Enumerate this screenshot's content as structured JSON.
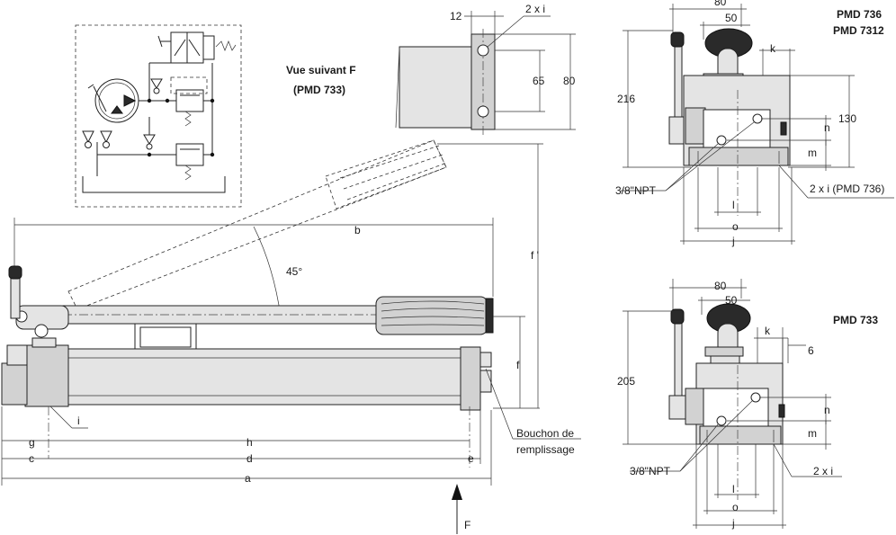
{
  "labels": {
    "view_title_1": "Vue suivant F",
    "view_title_2": "(PMD 733)",
    "dim_12": "12",
    "dim_2xi_top": "2 x i",
    "dim_65": "65",
    "dim_80_top": "80",
    "angle_45": "45°",
    "dim_b": "b",
    "dim_f_prime": "f '",
    "dim_f": "f",
    "dim_i": "i",
    "dim_g": "g",
    "dim_h": "h",
    "dim_c": "c",
    "dim_d": "d",
    "dim_e": "e",
    "dim_a": "a",
    "fill_plug_1": "Bouchon de",
    "fill_plug_2": "remplissage",
    "arrow_f": "F"
  },
  "pmd736": {
    "model_1": "PMD 736",
    "model_2": "PMD 7312",
    "dim_80": "80",
    "dim_50": "50",
    "dim_k": "k",
    "dim_216": "216",
    "dim_130": "130",
    "dim_n": "n",
    "dim_m": "m",
    "npt": "3/8\"NPT",
    "port": "2 x i (PMD 736)",
    "dim_l": "l",
    "dim_o": "o",
    "dim_j": "j"
  },
  "pmd733": {
    "model": "PMD 733",
    "dim_80": "80",
    "dim_50": "50",
    "dim_k": "k",
    "dim_6": "6",
    "dim_205": "205",
    "dim_n": "n",
    "dim_m": "m",
    "npt": "3/8\"NPT",
    "port": "2 x i",
    "dim_l": "l",
    "dim_o": "o",
    "dim_j": "j"
  }
}
